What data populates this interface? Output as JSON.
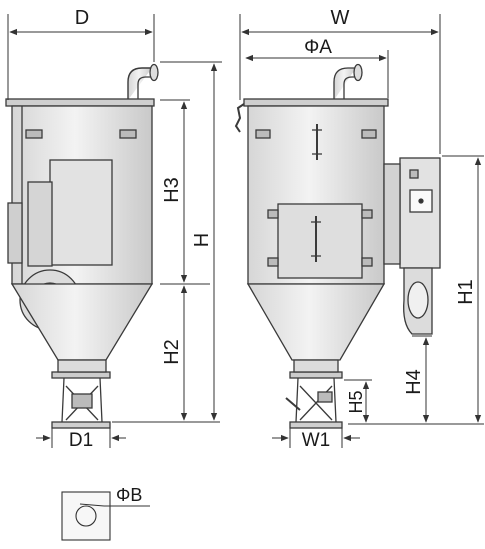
{
  "labels": {
    "D": "D",
    "W": "W",
    "PhiA": "ΦA",
    "H": "H",
    "H1": "H1",
    "H2": "H2",
    "H3": "H3",
    "H4": "H4",
    "H5": "H5",
    "D1": "D1",
    "W1": "W1",
    "PhiB": "ΦB"
  },
  "colors": {
    "line": "#3a3a3a",
    "body_fill": "#e7e7e7",
    "body_shade": "#cfcfcf",
    "dark": "#2a2a2a",
    "dimension": "#333333"
  }
}
